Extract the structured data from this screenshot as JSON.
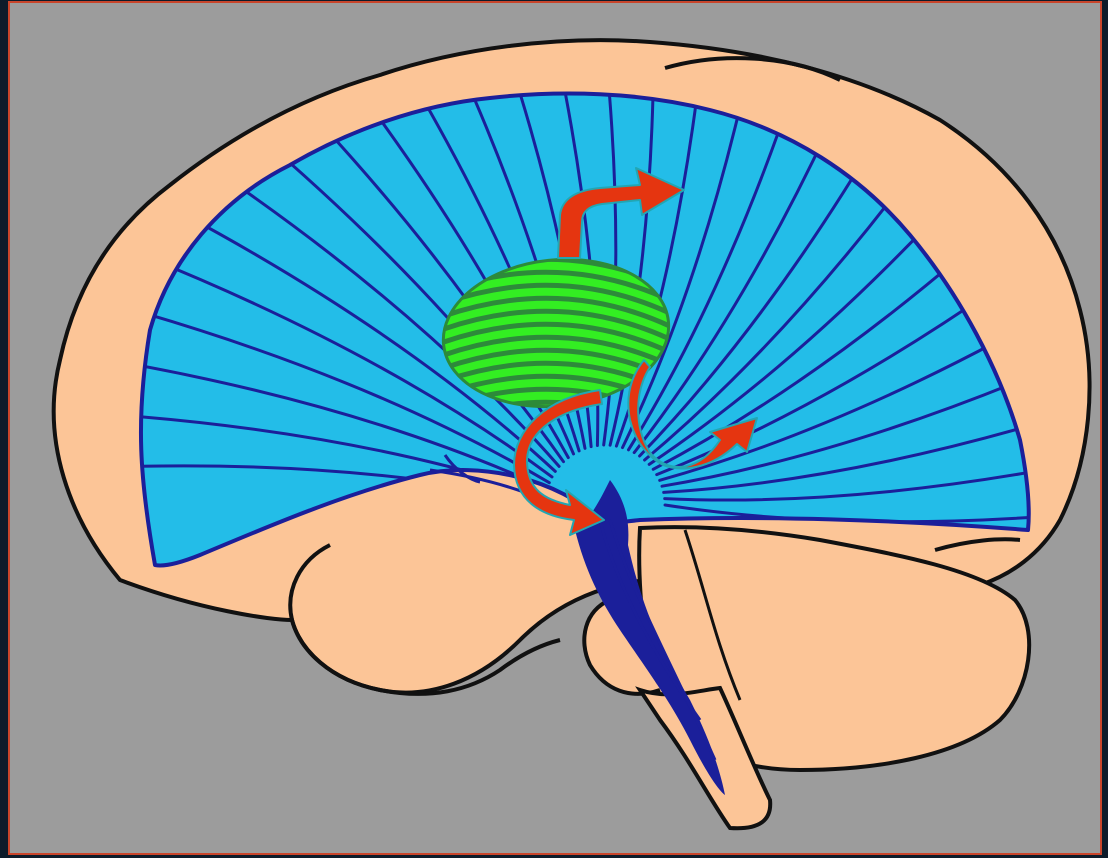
{
  "figure": {
    "icon": "brain-sagittal-diagram",
    "colors": {
      "frame_border": "#c8452b",
      "background": "#9c9c9c",
      "brain_fill": "#fcc597",
      "outline": "#111111",
      "fan_fill": "#23bde8",
      "fiber_line": "#1b1f9a",
      "lesion_fill": "#33ee22",
      "lesion_edge": "#2d8a3a",
      "arrow_fill": "#e53510",
      "arrow_edge": "#22a6b3"
    },
    "parts": [
      {
        "id": "cerebral-hemisphere",
        "icon": "brain-outline"
      },
      {
        "id": "white-matter-fan",
        "icon": "fiber-fan"
      },
      {
        "id": "central-lesion",
        "icon": "green-oval"
      },
      {
        "id": "cerebellum",
        "icon": "cerebellum-outline"
      },
      {
        "id": "brainstem",
        "icon": "brainstem-tract"
      }
    ],
    "arrows": [
      {
        "id": "arrow-upward",
        "direction": "up-right"
      },
      {
        "id": "arrow-down-left",
        "direction": "down-right"
      },
      {
        "id": "arrow-down-right",
        "direction": "down-right"
      }
    ]
  }
}
